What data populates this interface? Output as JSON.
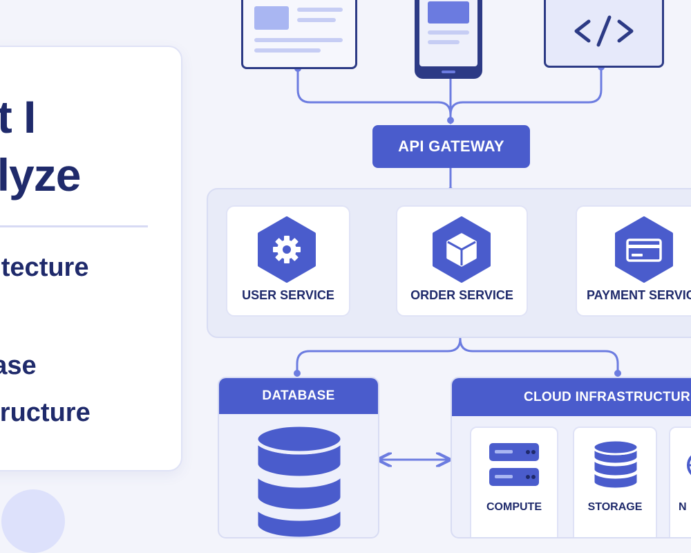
{
  "left_panel": {
    "title_line1": "at I",
    "title_line2": "alyze",
    "items": [
      "hitecture",
      "base",
      "structure"
    ]
  },
  "gateway": {
    "label": "API GATEWAY"
  },
  "services": [
    {
      "label": "USER SERVICE",
      "icon": "gear-icon"
    },
    {
      "label": "ORDER SERVICE",
      "icon": "box-icon"
    },
    {
      "label": "PAYMENT SERVIC",
      "icon": "credit-card-icon"
    }
  ],
  "database": {
    "label": "DATABASE",
    "icon": "database-icon"
  },
  "cloud": {
    "label": "CLOUD INFRASTRUCTUR",
    "items": [
      {
        "label": "COMPUTE",
        "icon": "server-icon"
      },
      {
        "label": "STORAGE",
        "icon": "storage-icon"
      },
      {
        "label": "N",
        "icon": "network-icon"
      }
    ]
  },
  "clients": [
    {
      "icon": "web-page-icon"
    },
    {
      "icon": "mobile-phone-icon"
    },
    {
      "icon": "code-icon"
    }
  ],
  "colors": {
    "accent": "#4a5ccc",
    "accent_light": "#6b7be0",
    "dark": "#1f2a6b",
    "connector": "#6c7ce0",
    "background": "#f3f4fb"
  }
}
